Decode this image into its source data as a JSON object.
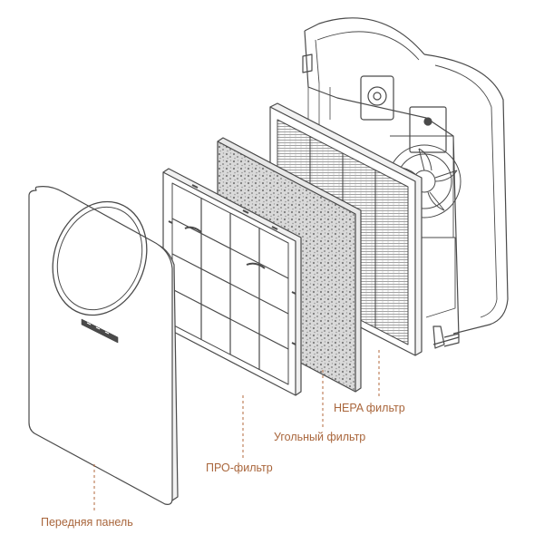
{
  "diagram": {
    "labels": {
      "hepa": "HEPA фильтр",
      "carbon": "Угольный фильтр",
      "pro": "ПРО-фильтр",
      "front_panel": "Передняя панель"
    },
    "colors": {
      "line": "#4a4a4a",
      "label": "#a9663c",
      "leader": "#b36a3e",
      "panel_fill": "#ffffff",
      "carbon_fill": "#d6d6d6"
    }
  }
}
